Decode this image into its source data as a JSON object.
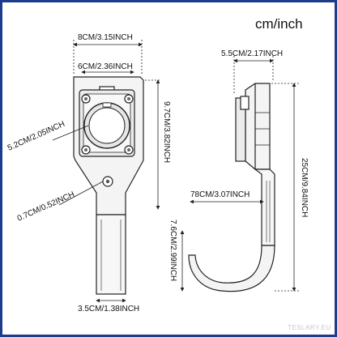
{
  "unit_label": "cm/inch",
  "watermark": "TESLARY.EU",
  "colors": {
    "border": "#1e3c8c",
    "line": "#222222",
    "fill": "#f2f2f2"
  },
  "dimensions": {
    "top_width": "8CM/3.15INCH",
    "plate_width": "6CM/2.36INCH",
    "ring_diameter": "5.2CM/2.05INCH",
    "body_height": "9.7CM/3.82INCH",
    "hole_diameter": "0.7CM/0.52INCH",
    "stem_width": "3.5CM/1.38INCH",
    "side_depth": "5.5CM/2.17INCH",
    "total_height": "25CM/9.84INCH",
    "hook_width": "78CM/3.07INCH",
    "hook_height": "7.6CM/2.99INCH"
  }
}
